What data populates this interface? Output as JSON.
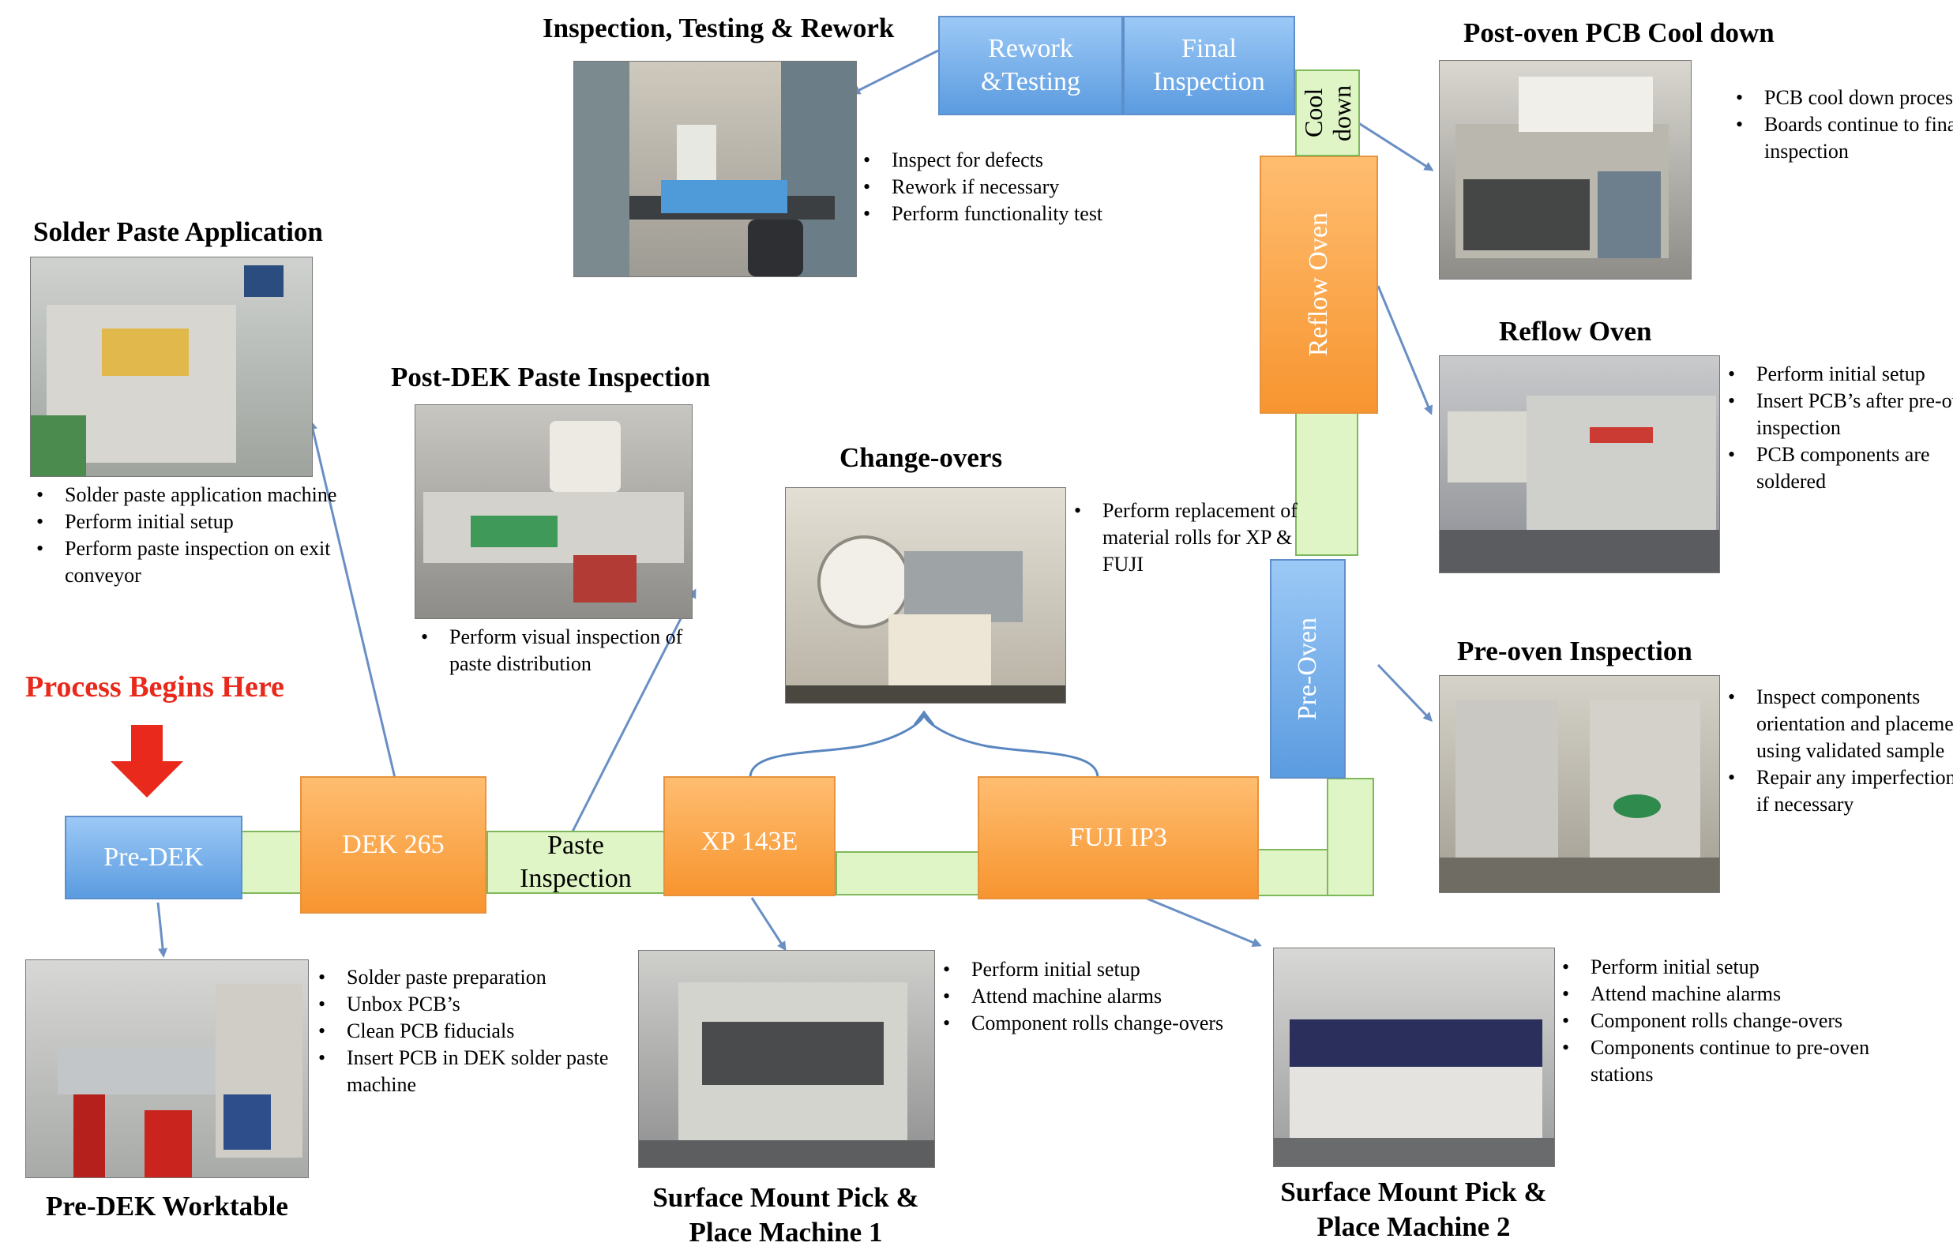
{
  "start_label": "Process Begins Here",
  "colors": {
    "orange": "#f79530",
    "blue": "#5b9be0",
    "green": "#dff5c5",
    "arrow": "#6a8fc4",
    "red": "#e8291c"
  },
  "process_boxes": {
    "pre_dek": "Pre-DEK",
    "dek_265": "DEK 265",
    "paste_inspection": "Paste Inspection",
    "xp_143e": "XP 143E",
    "fuji_ip3": "FUJI IP3",
    "pre_oven": "Pre-Oven",
    "reflow_oven": "Reflow Oven",
    "cool_down": "Cool down",
    "rework_testing": "Rework &Testing",
    "final_inspection": "Final Inspection"
  },
  "stations": {
    "inspection_testing": {
      "title": "Inspection, Testing & Rework",
      "bullets": [
        "Inspect for defects",
        "Rework if necessary",
        "Perform functionality test"
      ]
    },
    "post_oven": {
      "title": "Post-oven PCB Cool down",
      "bullets": [
        "PCB cool down process",
        "Boards continue to final inspection"
      ]
    },
    "solder_paste": {
      "title": "Solder Paste Application",
      "bullets": [
        "Solder paste application machine",
        "Perform initial setup",
        "Perform paste inspection on exit conveyor"
      ]
    },
    "post_dek": {
      "title": "Post-DEK Paste Inspection",
      "bullets": [
        "Perform visual inspection of paste distribution"
      ]
    },
    "change_overs": {
      "title": "Change-overs",
      "bullets": [
        "Perform replacement of material rolls for XP & FUJI"
      ]
    },
    "reflow_oven": {
      "title": "Reflow Oven",
      "bullets": [
        "Perform initial setup",
        "Insert PCB’s after pre-oven inspection",
        "PCB components are soldered"
      ]
    },
    "pre_oven": {
      "title": "Pre-oven Inspection",
      "bullets": [
        "Inspect components orientation and placement using validated sample",
        "Repair any imperfection if necessary"
      ]
    },
    "pre_dek": {
      "title": "Pre-DEK Worktable",
      "bullets": [
        "Solder paste preparation",
        "Unbox PCB’s",
        "Clean PCB fiducials",
        "Insert PCB in DEK solder paste machine"
      ]
    },
    "smt1": {
      "title": "Surface Mount Pick & Place Machine 1",
      "bullets": [
        "Perform initial setup",
        "Attend machine alarms",
        "Component rolls change-overs"
      ]
    },
    "smt2": {
      "title": "Surface Mount Pick & Place Machine 2",
      "bullets": [
        "Perform initial setup",
        "Attend machine alarms",
        "Component rolls change-overs",
        "Components continue to pre-oven stations"
      ]
    }
  }
}
